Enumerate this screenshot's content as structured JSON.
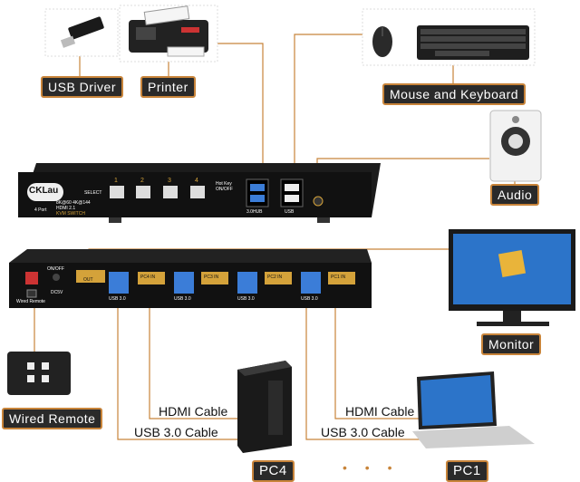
{
  "labels": {
    "usb_driver": "USB Driver",
    "printer": "Printer",
    "mouse_keyboard": "Mouse and Keyboard",
    "audio": "Audio",
    "monitor": "Monitor",
    "wired_remote": "Wired Remote",
    "pc4": "PC4",
    "pc1": "PC1"
  },
  "cables": {
    "left_hdmi": "HDMI Cable",
    "left_usb": "USB 3.0 Cable",
    "right_hdmi": "HDMI Cable",
    "right_usb": "USB 3.0 Cable"
  },
  "ellipsis": "• • •",
  "front_panel": {
    "brand": "CKLau",
    "badge_top": "8K@60 4K@144",
    "badge_mid": "HDMI 2.1",
    "badge_bottom": "KVM SWITCH",
    "ports_label": "4 Port",
    "select_label": "SELECT",
    "buttons": [
      "1",
      "2",
      "3",
      "4"
    ],
    "hotkey_label": "Hot Key ON/OFF",
    "hub_label": "3.0HUB",
    "usb_small_label": "USB"
  },
  "rear_panel": {
    "on_off": "ON/OFF",
    "dc5v": "DC5V",
    "wired_remote": "Wired Remote",
    "out": "OUT",
    "inputs": [
      "PC4 IN",
      "PC3 IN",
      "PC2 IN",
      "PC1 IN"
    ],
    "usb3": "USB 3.0"
  },
  "colors": {
    "accent": "#c8843a",
    "label_bg": "#2a2a2a",
    "usb_blue": "#3b7dd8",
    "hdmi_gold": "#d4a23a",
    "cable_line": "#c8843a"
  }
}
